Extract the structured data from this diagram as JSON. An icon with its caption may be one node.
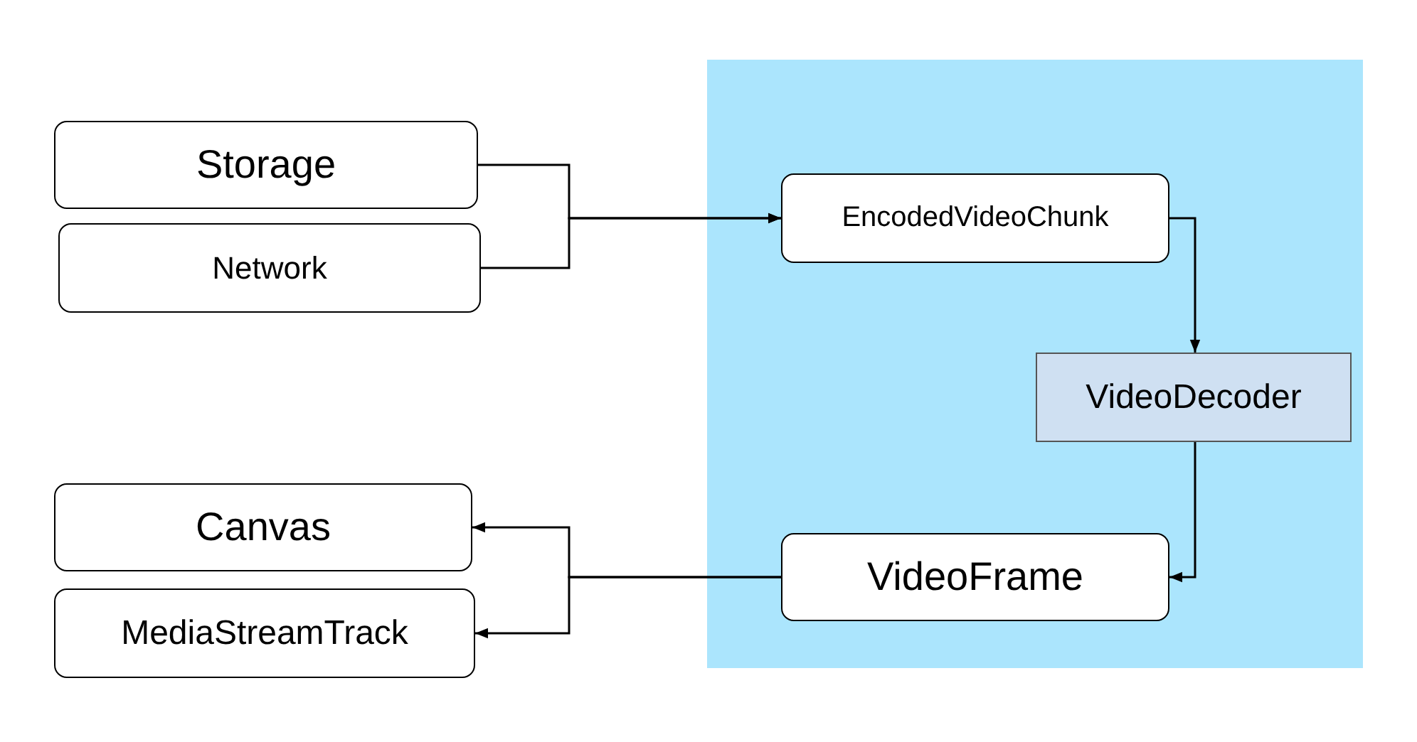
{
  "diagram": {
    "nodes": [
      {
        "text": [
          "Storage"
        ]
      },
      {
        "text": [
          "Network"
        ]
      },
      {
        "text": [],
        "shape": "box"
      },
      {
        "text": [
          "EncodedVideoChunk"
        ],
        "in": 2
      },
      {
        "text": [
          "VideoDecoder"
        ],
        "in": 2
      },
      {
        "text": [
          "VideoFrame"
        ],
        "in": 2
      },
      {
        "text": [
          "Canvas"
        ]
      },
      {
        "text": [
          "MediaStreamTrack"
        ]
      }
    ],
    "edges": [
      {
        "from": 0,
        "to": 3,
        "arrow": "to"
      },
      {
        "from": 1,
        "to": 3,
        "arrow": "to"
      },
      {
        "from": 3,
        "to": 4,
        "arrow": "to"
      },
      {
        "from": 4,
        "to": 5,
        "arrow": "to"
      },
      {
        "from": 5,
        "to": 6,
        "arrow": "to"
      },
      {
        "from": 5,
        "to": 7,
        "arrow": "to"
      }
    ]
  }
}
